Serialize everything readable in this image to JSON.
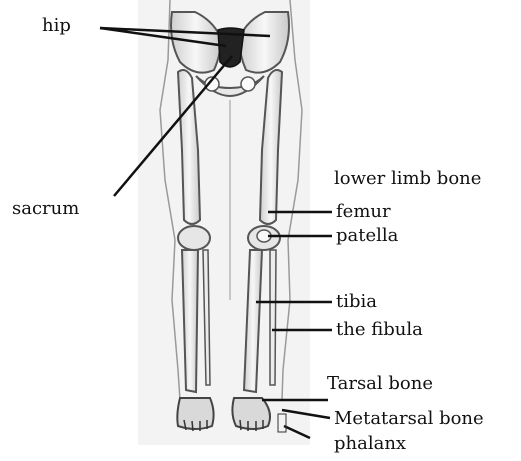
{
  "labels": {
    "hip": "hip",
    "sacrum": "sacrum",
    "group_title": "lower limb bone",
    "femur": "femur",
    "patella": "patella",
    "tibia": "tibia",
    "fibula": "the fibula",
    "tarsal": "Tarsal bone",
    "metatarsal": "Metatarsal bone",
    "phalanx": "phalanx"
  },
  "colors": {
    "bone_fill": "#f2f2f2",
    "bone_stroke": "#555555",
    "leader": "#111111",
    "text": "#111111"
  }
}
